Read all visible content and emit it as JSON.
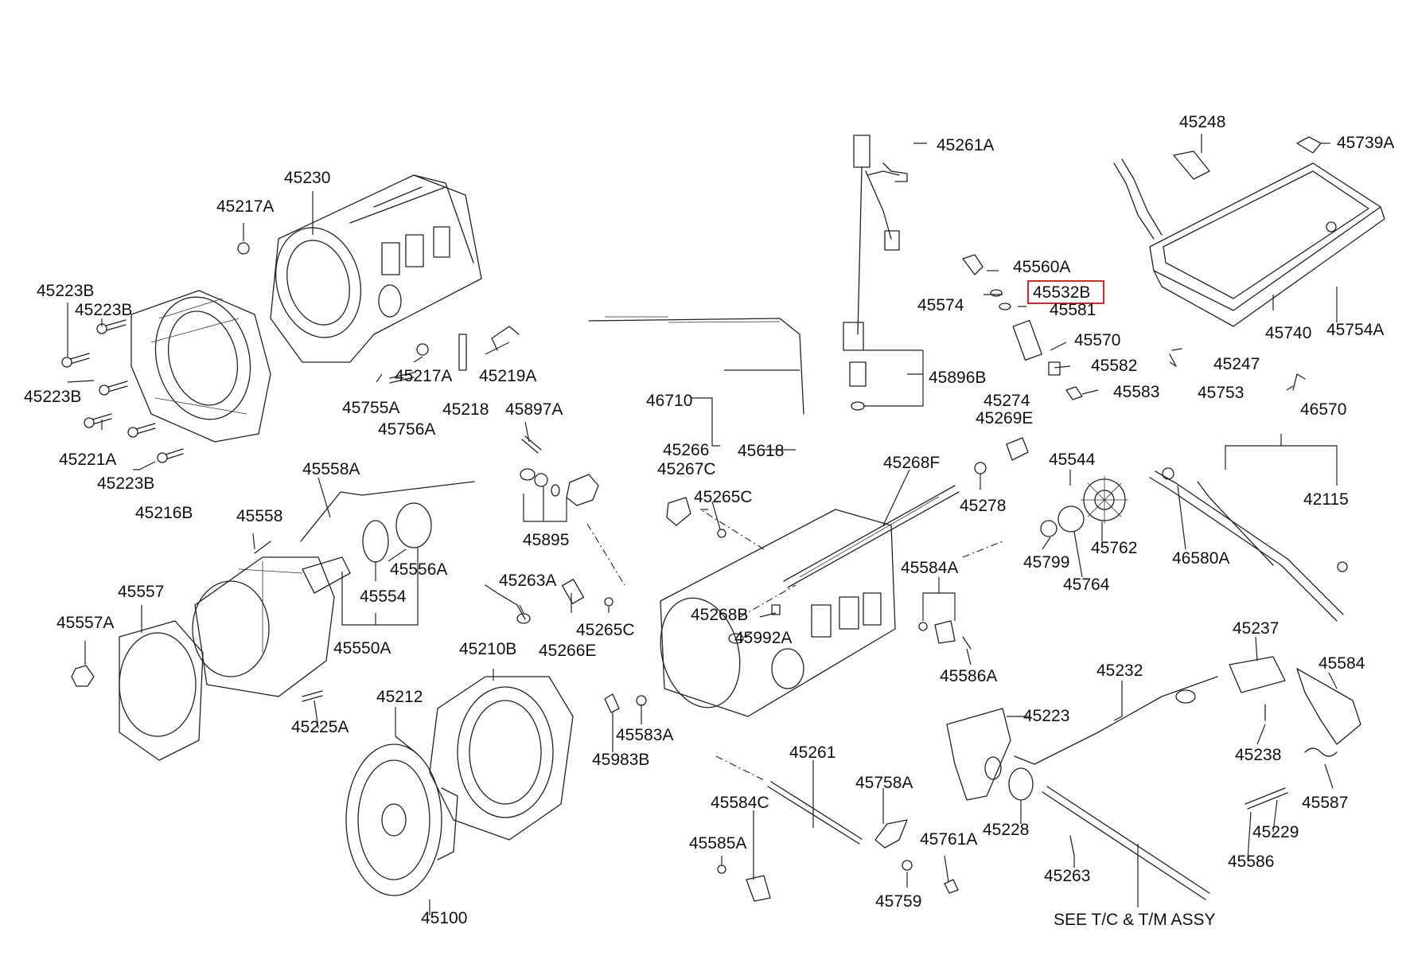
{
  "diagram": {
    "labels": [
      "45261A",
      "45248",
      "45739A",
      "45230",
      "45217A",
      "45223B",
      "45223B",
      "45223B",
      "45221A",
      "45223B",
      "45216B",
      "45217A",
      "45219A",
      "45755A",
      "45756A",
      "45218",
      "45560A",
      "45532B",
      "45574",
      "45581",
      "45570",
      "45582",
      "45583",
      "45740",
      "45754A",
      "45247",
      "45753",
      "46710",
      "45896B",
      "45618",
      "45274",
      "45269E",
      "45897A",
      "45266",
      "45267C",
      "45265C",
      "45268F",
      "45278",
      "45544",
      "45762",
      "45895",
      "45558A",
      "45558",
      "45557",
      "45557A",
      "45556A",
      "45554",
      "45550A",
      "45263A",
      "45266E",
      "45265C",
      "45268B",
      "45992A",
      "45584A",
      "45586A",
      "45799",
      "45764",
      "46570",
      "42115",
      "46580A",
      "45237",
      "45584",
      "45232",
      "45223",
      "45238",
      "45587",
      "45229",
      "45586",
      "45228",
      "45263",
      "SEE T/C & T/M ASSY",
      "45210B",
      "45212",
      "45583A",
      "45983B",
      "45225A",
      "45261",
      "45758A",
      "45761A",
      "45759",
      "45584C",
      "45585A",
      "45100"
    ],
    "highlighted": "45532B"
  }
}
